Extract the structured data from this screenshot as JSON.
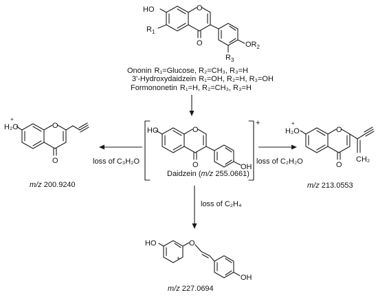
{
  "top": {
    "ho": "HO",
    "o_ring": "O",
    "r1": "R",
    "r1_sub": "1",
    "o_carbonyl": "O",
    "or2_o": "OR",
    "or2_sub": "2",
    "r3": "R",
    "r3_sub": "3",
    "compounds": [
      {
        "name": "Ononin",
        "desc": "R₁=Glucose, R₂=CH₃, R₃=H"
      },
      {
        "name": "3'-Hydroxydaidzein",
        "desc": "R₁=OH, R₂=H, R₃=OH"
      },
      {
        "name": "Formononetin",
        "desc": "R₁=H, R₂=CH₃, R₃=H"
      }
    ]
  },
  "center": {
    "ho": "HO",
    "o_ring": "O",
    "o_carbonyl": "O",
    "oh": "OH",
    "charge": "+",
    "label_name": "Daidzein (",
    "label_mz": "m/z",
    "label_value": " 255.0661)"
  },
  "left": {
    "h2o": "H₂O",
    "plus": "+",
    "o_ring": "O",
    "o_carbonyl": "O",
    "loss": "loss of C₃H₂O",
    "mz": "m/z",
    "value": " 200.9240"
  },
  "right": {
    "h2o": "H₂O",
    "plus": "+",
    "o_ring": "O",
    "o_carbonyl": "O",
    "ch2": "CH₂",
    "loss": "loss of C₂H₂O",
    "mz": "m/z",
    "value": " 213.0553"
  },
  "bottom": {
    "ho": "HO",
    "o_link": "O",
    "plus": "+",
    "oh": "OH",
    "loss": "loss of C₂H₄",
    "mz": "m/z",
    "value": " 227.0694"
  }
}
